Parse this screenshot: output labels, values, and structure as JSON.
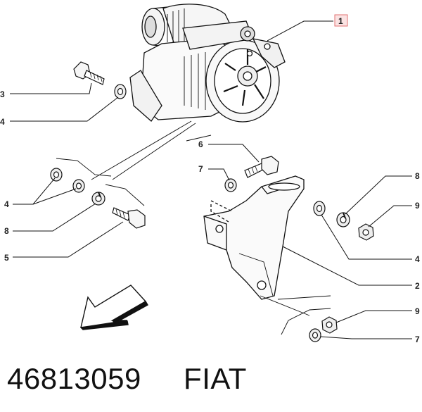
{
  "callouts": {
    "c1": "1",
    "c2": "2",
    "c3": "3",
    "c4a": "4",
    "c4b": "4",
    "c4c": "4",
    "c5": "5",
    "c6": "6",
    "c7a": "7",
    "c7b": "7",
    "c8a": "8",
    "c8b": "8",
    "c9a": "9",
    "c9b": "9"
  },
  "caption": {
    "part_number": "46813059",
    "brand": "FIAT"
  },
  "colors": {
    "line": "#111111",
    "highlight_box": "#e07070",
    "highlight_fill": "#fbe3e3"
  },
  "icons": [
    "alternator",
    "bolt",
    "washer",
    "split-washer",
    "nut",
    "bracket",
    "direction-arrow"
  ]
}
